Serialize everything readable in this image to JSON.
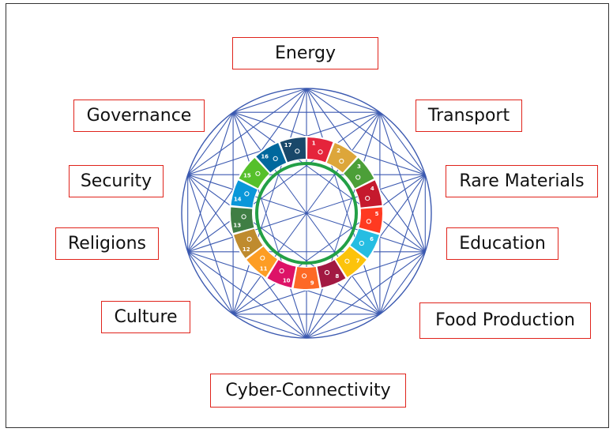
{
  "labels": {
    "energy": "Energy",
    "transport": "Transport",
    "governance": "Governance",
    "rare_materials": "Rare Materials",
    "security": "Security",
    "education": "Education",
    "religions": "Religions",
    "food_production": "Food Production",
    "culture": "Culture",
    "cyber_connectivity": "Cyber-Connectivity"
  },
  "colors": {
    "line_color": "#3b59b0",
    "inner_ring": "#23a046",
    "label_border": "#e0231b"
  },
  "sdg_ring": [
    {
      "num": "1",
      "color": "#e5243b"
    },
    {
      "num": "2",
      "color": "#dda63a"
    },
    {
      "num": "3",
      "color": "#4c9f38"
    },
    {
      "num": "4",
      "color": "#c5192d"
    },
    {
      "num": "5",
      "color": "#ff3a21"
    },
    {
      "num": "6",
      "color": "#26bde2"
    },
    {
      "num": "7",
      "color": "#fcc30b"
    },
    {
      "num": "8",
      "color": "#a21942"
    },
    {
      "num": "9",
      "color": "#fd6925"
    },
    {
      "num": "10",
      "color": "#dd1367"
    },
    {
      "num": "11",
      "color": "#fd9d24"
    },
    {
      "num": "12",
      "color": "#bf8b2e"
    },
    {
      "num": "13",
      "color": "#3f7e44"
    },
    {
      "num": "14",
      "color": "#0a97d9"
    },
    {
      "num": "15",
      "color": "#56c02b"
    },
    {
      "num": "16",
      "color": "#00689d"
    },
    {
      "num": "17",
      "color": "#19486a"
    }
  ]
}
